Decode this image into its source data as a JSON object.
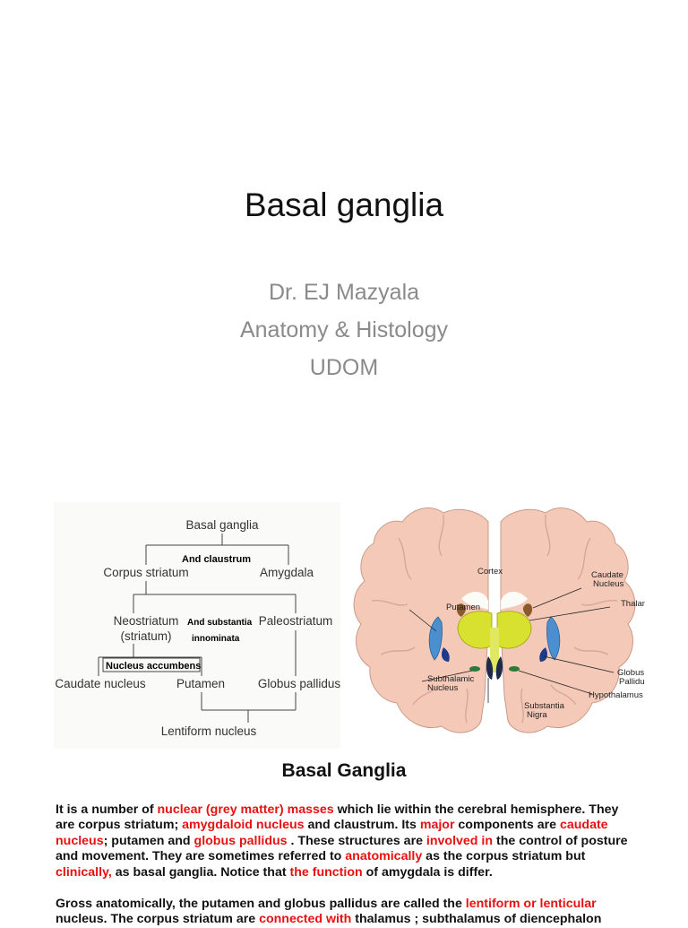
{
  "title_slide": {
    "title": "Basal ganglia",
    "author": "Dr. EJ Mazyala",
    "department": "Anatomy & Histology",
    "institution": "UDOM"
  },
  "flowchart": {
    "root": "Basal ganglia",
    "note_claustrum": "And claustrum",
    "corpus_striatum": "Corpus striatum",
    "amygdala": "Amygdala",
    "neostriatum": "Neostriatum",
    "striatum": "(striatum)",
    "note_substantia_1": "And substantia",
    "note_substantia_2": "innominata",
    "paleostriatum": "Paleostriatum",
    "nucleus_accumbens": "Nucleus accumbens",
    "caudate_nucleus": "Caudate nucleus",
    "putamen": "Putamen",
    "globus_pallidus": "Globus pallidus",
    "lentiform_nucleus": "Lentiform nucleus"
  },
  "brain_labels": {
    "cortex": "Cortex",
    "caudate_1": "Caudate",
    "caudate_2": "Nucleus",
    "thalamus": "Thalamus",
    "putamen": "Putamen",
    "globus_1": "Globus",
    "globus_2": "Pallidus",
    "subthalamic_1": "Subthalamic",
    "subthalamic_2": "Nucleus",
    "hypothalamus": "Hypothalamus",
    "substantia_1": "Substantia",
    "substantia_2": "Nigra"
  },
  "colors": {
    "brain_tissue": "#f4c9b8",
    "putamen_globus": "#4a90d0",
    "thalamus": "#d8e030",
    "caudate": "#8a5a2a",
    "subthalamic": "#2a7a3a",
    "highlight_red": "#e81010"
  },
  "text_slide": {
    "title": "Basal Ganglia",
    "p1": {
      "s1": "It is a number of ",
      "r1": "nuclear (grey matter) masses",
      "s2": " which lie within the cerebral hemisphere. They are corpus striatum; ",
      "r2": "amygdaloid nucleus",
      "s3": " and claustrum. Its ",
      "r3": "major",
      "s4": " components are ",
      "r4": "caudate nucleus",
      "s5": "; putamen and ",
      "r5": "globus pallidus",
      "s6": " . These structures are ",
      "r6": "involved in",
      "s7": " the control of posture and movement. They are sometimes referred to ",
      "r7": "anatomically",
      "s8": " as the corpus striatum but ",
      "r8": "clinically,",
      "s9": " as basal ganglia. Notice that ",
      "r9": "the function",
      "s10": " of amygdala is differ."
    },
    "p2": {
      "s1": "Gross anatomically, the putamen and globus pallidus are called the ",
      "r1": "lentiform or lenticular",
      "s2": " nucleus. The corpus striatum are ",
      "r2": "connected with",
      "s3": " thalamus ; subthalamus of diencephalon"
    }
  }
}
